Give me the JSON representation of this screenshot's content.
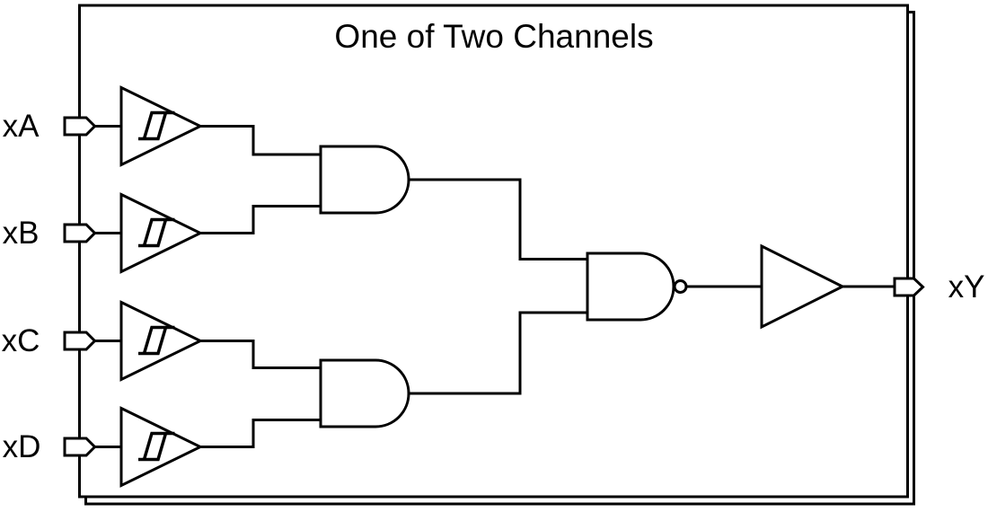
{
  "title": "One of Two Channels",
  "colors": {
    "line": "#000000",
    "background": "#ffffff"
  },
  "inputs": [
    {
      "label": "xA"
    },
    {
      "label": "xB"
    },
    {
      "label": "xC"
    },
    {
      "label": "xD"
    }
  ],
  "output": {
    "label": "xY"
  },
  "components": [
    {
      "id": "schmitt-buffer-a",
      "type": "schmitt-trigger-buffer",
      "input": "xA"
    },
    {
      "id": "schmitt-buffer-b",
      "type": "schmitt-trigger-buffer",
      "input": "xB"
    },
    {
      "id": "schmitt-buffer-c",
      "type": "schmitt-trigger-buffer",
      "input": "xC"
    },
    {
      "id": "schmitt-buffer-d",
      "type": "schmitt-trigger-buffer",
      "input": "xD"
    },
    {
      "id": "and-gate-1",
      "type": "and-gate",
      "inputs": [
        "xA",
        "xB"
      ]
    },
    {
      "id": "and-gate-2",
      "type": "and-gate",
      "inputs": [
        "xC",
        "xD"
      ]
    },
    {
      "id": "nand-gate",
      "type": "nand-gate",
      "inputs": [
        "and-gate-1",
        "and-gate-2"
      ]
    },
    {
      "id": "output-buffer",
      "type": "buffer",
      "output": "xY"
    }
  ]
}
